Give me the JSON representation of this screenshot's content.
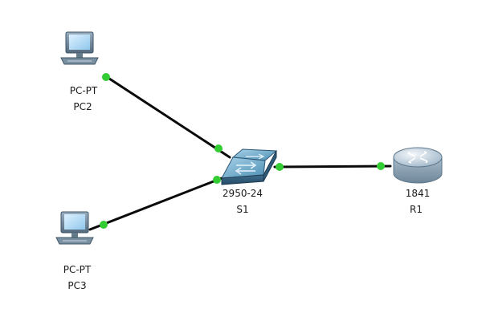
{
  "colors": {
    "background": "#ffffff",
    "link": "#0a0a0a",
    "port_up": "#33cc33",
    "label": "#1a1a1a"
  },
  "devices": [
    {
      "id": "pc2",
      "type_label": "PC-PT",
      "name_label": "PC2",
      "icon": "pc-icon"
    },
    {
      "id": "pc3",
      "type_label": "PC-PT",
      "name_label": "PC3",
      "icon": "pc-icon"
    },
    {
      "id": "s1",
      "type_label": "2950-24",
      "name_label": "S1",
      "icon": "switch-icon"
    },
    {
      "id": "r1",
      "type_label": "1841",
      "name_label": "R1",
      "icon": "router-icon"
    }
  ],
  "links": [
    {
      "from": "pc2",
      "to": "s1",
      "status": "up"
    },
    {
      "from": "pc3",
      "to": "s1",
      "status": "up"
    },
    {
      "from": "s1",
      "to": "r1",
      "status": "up"
    }
  ]
}
